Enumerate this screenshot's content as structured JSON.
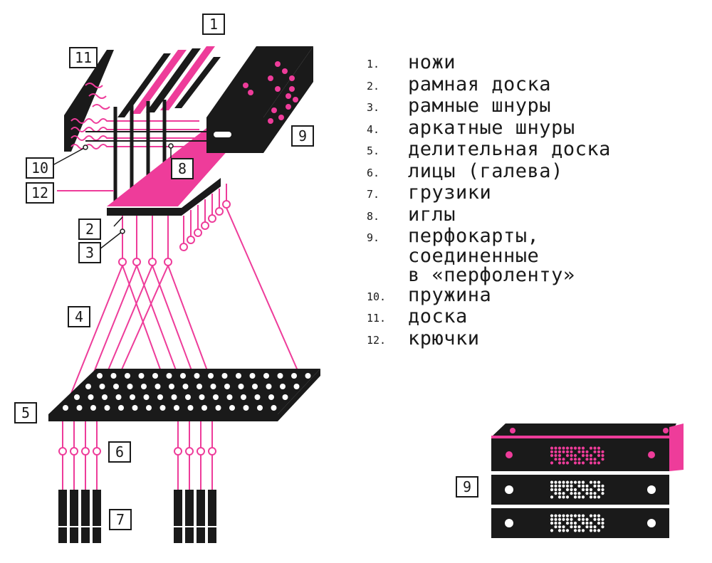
{
  "colors": {
    "ink": "#1a1a1a",
    "accent": "#ee3c9a",
    "paper": "#ffffff"
  },
  "callouts": {
    "c1": "1",
    "c2": "2",
    "c3": "3",
    "c4": "4",
    "c5": "5",
    "c6": "6",
    "c7": "7",
    "c8": "8",
    "c9": "9",
    "c9b": "9",
    "c10": "10",
    "c11": "11",
    "c12": "12"
  },
  "legend": [
    {
      "num": "1.",
      "lines": [
        "ножи"
      ]
    },
    {
      "num": "2.",
      "lines": [
        "рамная доска"
      ]
    },
    {
      "num": "3.",
      "lines": [
        "рамные шнуры"
      ]
    },
    {
      "num": "4.",
      "lines": [
        "аркатные шнуры"
      ]
    },
    {
      "num": "5.",
      "lines": [
        "делительная доска"
      ]
    },
    {
      "num": "6.",
      "lines": [
        "лицы (галева)"
      ]
    },
    {
      "num": "7.",
      "lines": [
        "грузики"
      ]
    },
    {
      "num": "8.",
      "lines": [
        "иглы"
      ]
    },
    {
      "num": "9.",
      "lines": [
        "перфокарты,",
        "соединенные",
        "в «перфоленту»"
      ]
    },
    {
      "num": "10.",
      "lines": [
        "пружина"
      ]
    },
    {
      "num": "11.",
      "lines": [
        "доска"
      ]
    },
    {
      "num": "12.",
      "lines": [
        "крючки"
      ]
    }
  ]
}
